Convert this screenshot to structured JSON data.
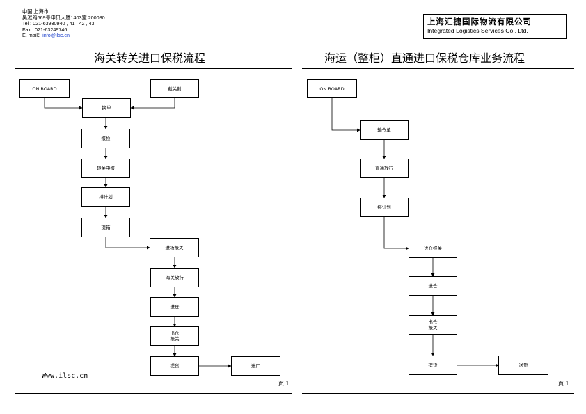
{
  "header": {
    "address_lines": [
      "中国  上海市",
      "吴淞路669号申贝大厦1403室    200080",
      "Tel : 021-63930940 , 41 , 42 , 43",
      "Fax : 021-63249746"
    ],
    "email_label": "E.  mail：",
    "email": "info@ilsc.cn",
    "company_cn": "上海汇捷国际物流有限公司",
    "company_en": "Integrated Logistics Services Co., Ltd."
  },
  "left_panel": {
    "title": "海关转关进口保税流程",
    "steps": {
      "on_board": "ON BOARD",
      "seal": "截关封",
      "exchange": "换单",
      "inspect": "报检",
      "transit_declare": "转关申报",
      "schedule": "排计划",
      "pickup_box": "提箱",
      "entry_declare": "进场报关",
      "release": "海关放行",
      "warehouse_in": "进仓",
      "warehouse_out_1": "出仓",
      "warehouse_out_2": "报关",
      "pickup_goods": "提货",
      "to_factory": "进厂"
    },
    "website": "Www.ilsc.cn",
    "page": "页 1"
  },
  "right_panel": {
    "title": "海运（整柜）直通进口保税仓库业务流程",
    "steps": {
      "on_board": "ON BOARD",
      "warehouse_order": "输仓单",
      "direct_release": "直通放行",
      "schedule": "排计划",
      "entry_declare": "进仓报关",
      "warehouse_in": "进仓",
      "warehouse_out_1": "出仓",
      "warehouse_out_2": "报关",
      "pickup_goods": "提货",
      "delivery": "送货"
    },
    "page": "页 1"
  }
}
